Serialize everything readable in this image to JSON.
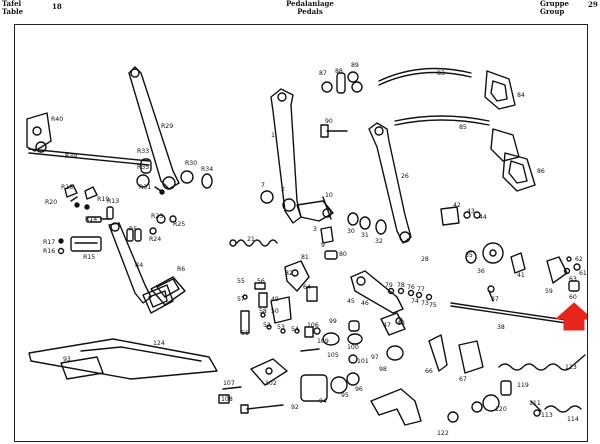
{
  "header": {
    "tafel": "Tafel",
    "table": "Table",
    "number": "18",
    "title_de": "Pedalanlage",
    "title_en": "Pedals",
    "gruppe": "Gruppe",
    "group": "Group",
    "group_number": "29"
  },
  "marker": {
    "color": "#e8251c",
    "points_to": "60"
  },
  "callouts": {
    "R40": "R40",
    "R29": "R29",
    "R39": "R39",
    "R33": "R33",
    "R35": "R35",
    "R31": "R31",
    "R30": "R30",
    "R34": "R34",
    "R18": "R18",
    "R19": "R19",
    "R20": "R20",
    "R14": "R14",
    "R13": "R13",
    "R23": "R23",
    "R25": "R25",
    "R24": "R24",
    "R5": "R5",
    "R17": "R17",
    "R16": "R16",
    "R15": "R15",
    "R4": "R4",
    "R6": "R6",
    "n1": "1",
    "n2": "2",
    "n3": "3",
    "n4": "4",
    "n5": "5",
    "n6": "6",
    "n7": "7",
    "n8": "8",
    "n9": "9",
    "n10": "10",
    "n21": "21",
    "n26": "26",
    "n28": "28",
    "n30": "30",
    "n31": "31",
    "n32": "32",
    "n35": "35",
    "n36": "36",
    "n37": "37",
    "n38": "38",
    "n41": "41",
    "n42": "42",
    "n43": "43",
    "n44": "44",
    "n45": "45",
    "n46": "46",
    "n47": "47",
    "n48": "48",
    "n49": "49",
    "n50": "50",
    "n51": "51",
    "n52": "52",
    "n53": "53",
    "n54": "54",
    "n55": "55",
    "n56": "56",
    "n57": "57",
    "n58": "58",
    "n59": "59",
    "n60": "60",
    "n61": "61",
    "n62": "62",
    "n63": "63",
    "n64": "64",
    "n66": "66",
    "n67": "67",
    "n73": "73",
    "n74": "74",
    "n75": "75",
    "n76": "76",
    "n77": "77",
    "n78": "78",
    "n79": "79",
    "n80": "80",
    "n81": "81",
    "n82": "82",
    "n83": "83",
    "n84": "84",
    "n85": "85",
    "n86": "86",
    "n87": "87",
    "n88": "88",
    "n89": "89",
    "n90": "90",
    "n92": "92",
    "n93": "93",
    "n94": "94",
    "n95": "95",
    "n96": "96",
    "n97": "97",
    "n98": "98",
    "n99": "99",
    "n100": "100",
    "n101": "101",
    "n102": "102",
    "n105": "105",
    "n106": "106",
    "n107": "107",
    "n108": "108",
    "n109": "109",
    "n111": "111",
    "n113": "113",
    "n114": "114",
    "n119": "119",
    "n120": "120",
    "n122": "122",
    "n123": "123",
    "n124": "124"
  }
}
